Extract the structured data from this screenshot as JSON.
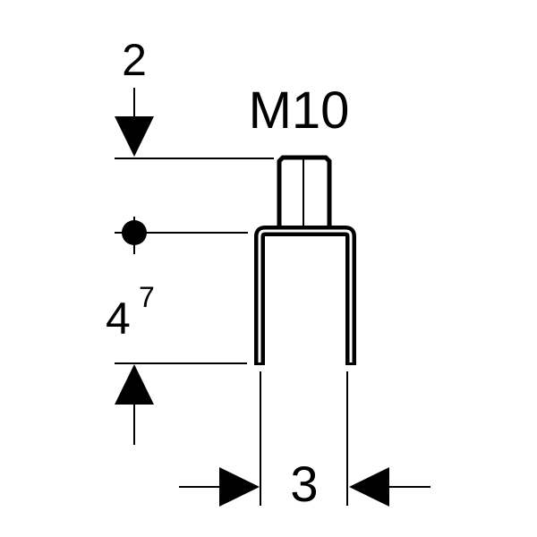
{
  "labels": {
    "top_dimension": "2",
    "thread": "M10",
    "height_main": "4",
    "height_sup": "7",
    "width_dimension": "3"
  },
  "colors": {
    "line": "#000000",
    "background": "#ffffff"
  }
}
